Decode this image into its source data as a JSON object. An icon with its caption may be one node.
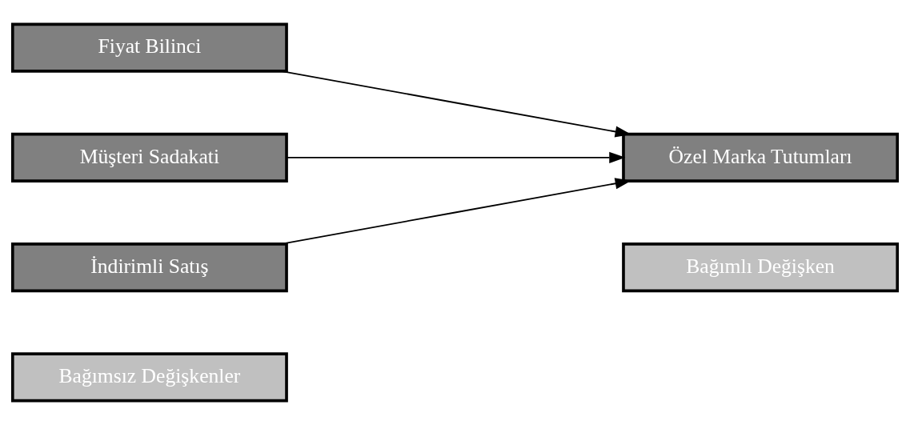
{
  "diagram": {
    "nodes": [
      {
        "text": [
          "Bağımsız Değişkenler"
        ]
      },
      {
        "text": [
          "Bağımlı Değişken"
        ]
      },
      {
        "text": [
          "Fiyat Bilinci"
        ]
      },
      {
        "text": [
          "Müşteri Sadakati"
        ]
      },
      {
        "text": [
          "İndirimli Satış"
        ]
      },
      {
        "text": [
          "Özel Marka Tutumları"
        ]
      }
    ],
    "edges": [
      {
        "from": 2,
        "to": 5,
        "arrow": "to"
      },
      {
        "from": 3,
        "to": 5,
        "arrow": "to"
      },
      {
        "from": 4,
        "to": 5,
        "arrow": "to"
      }
    ]
  }
}
